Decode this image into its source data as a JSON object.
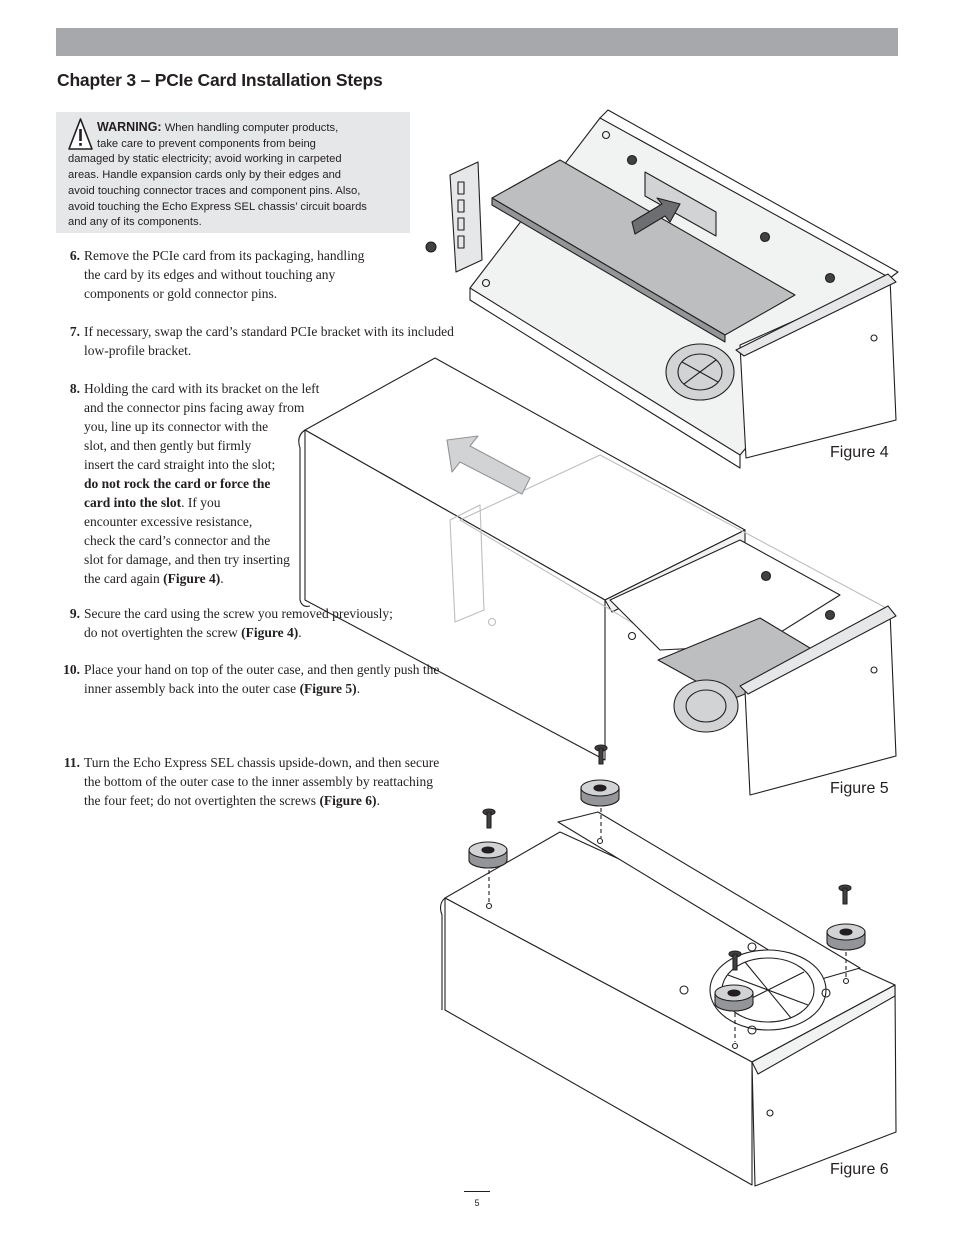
{
  "header": {
    "chapter_title": "Chapter 3 – PCIe Card Installation Steps"
  },
  "warning": {
    "label": "WARNING:",
    "lines": [
      "When handling computer products,",
      "take care to prevent components from being",
      "damaged by static electricity; avoid working in carpeted",
      "areas. Handle expansion cards only by their edges and",
      "avoid touching connector traces and component pins. Also,",
      "avoid touching the Echo Express SEL chassis’ circuit boards",
      "and any of its components."
    ]
  },
  "steps": {
    "s6": {
      "num": "6.",
      "lines": [
        "Remove the PCIe card from its packaging, handling",
        "the card by its edges and without touching any",
        "components or gold connector pins."
      ]
    },
    "s7": {
      "num": "7.",
      "lines": [
        "If necessary, swap the card’s standard PCIe bracket with its included",
        "low-profile bracket."
      ]
    },
    "s8": {
      "num": "8.",
      "l1": "Holding the card with its bracket on the left",
      "l2": "and the connector pins facing away from",
      "l3": "you, line up its connector with the",
      "l4": "slot, and then gently but firmly",
      "l5": "insert the card straight into the slot;",
      "l6_bold": "do not rock the card or force the",
      "l7_bold": "card into the slot",
      "l7_rest": ". If you",
      "l8": "encounter excessive resistance,",
      "l9": "check the card’s connector and the",
      "l10": "slot for damage, and then try inserting",
      "l11_pre": "the card again ",
      "l11_bold": "(Figure 4)",
      "l11_post": "."
    },
    "s9": {
      "num": "9.",
      "l1": "Secure the card using the screw you removed previously;",
      "l2_pre": "do not overtighten the screw ",
      "l2_bold": "(Figure 4)",
      "l2_post": "."
    },
    "s10": {
      "num": "10.",
      "l1": "Place your hand on top of the outer case, and then gently push the",
      "l2_pre": "inner assembly back into the outer case ",
      "l2_bold": "(Figure 5)",
      "l2_post": "."
    },
    "s11": {
      "num": "11.",
      "l1": "Turn the Echo Express SEL chassis upside-down, and then secure",
      "l2": "the bottom of the outer case to the inner assembly by reattaching",
      "l3_pre": "the four feet; do not overtighten the screws ",
      "l3_bold": "(Figure 6)",
      "l3_post": "."
    }
  },
  "figures": {
    "fig4": "Figure 4",
    "fig5": "Figure 5",
    "fig6": "Figure 6"
  },
  "page_number": "5",
  "icons": {
    "warning": "warning-triangle-icon"
  }
}
